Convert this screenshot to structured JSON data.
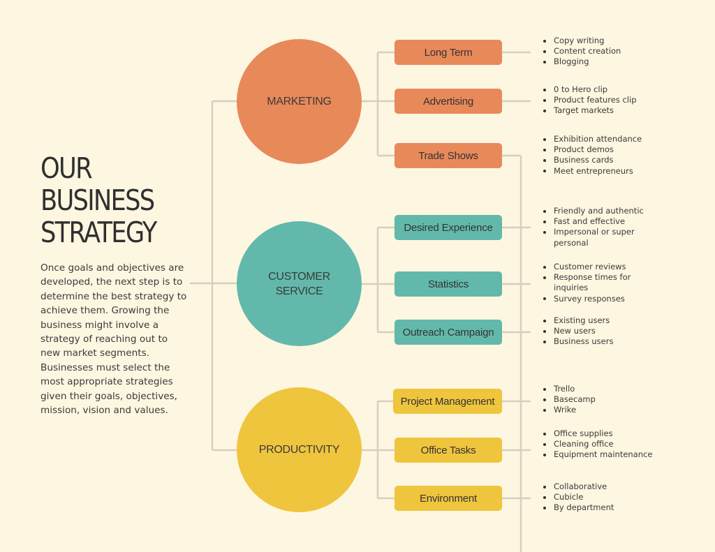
{
  "title_lines": [
    "OUR",
    "BUSINESS",
    "STRATEGY"
  ],
  "description": "Once goals and objectives are developed, the next step is to determine the best strategy to achieve them. Growing the business might involve a strategy of reaching out to new market segments. Businesses must select the most appropriate strategies given their goals, objectives, mission, vision and values.",
  "colors": {
    "background": "#fdf6e1",
    "connector": "#d6cfbf",
    "marketing": "#e8895a",
    "customer_service": "#62b9ab",
    "productivity": "#efc53d"
  },
  "categories": [
    {
      "label_lines": [
        "MARKETING"
      ],
      "items": [
        {
          "label": "Long Term",
          "bullets": [
            "Copy writing",
            "Content creation",
            "Blogging"
          ]
        },
        {
          "label": "Advertising",
          "bullets": [
            "0 to Hero clip",
            "Product features clip",
            "Target markets"
          ]
        },
        {
          "label": "Trade Shows",
          "bullets": [
            "Exhibition attendance",
            "Product demos",
            "Business cards",
            "Meet entrepreneurs"
          ]
        }
      ]
    },
    {
      "label_lines": [
        "CUSTOMER",
        "SERVICE"
      ],
      "items": [
        {
          "label": "Desired Experience",
          "bullets": [
            "Friendly and authentic",
            "Fast and effective",
            "Impersonal or super personal"
          ]
        },
        {
          "label": "Statistics",
          "bullets": [
            "Customer reviews",
            "Response times for inquiries",
            "Survey responses"
          ]
        },
        {
          "label": "Outreach Campaign",
          "bullets": [
            "Existing users",
            "New users",
            "Business users"
          ]
        }
      ]
    },
    {
      "label_lines": [
        "PRODUCTIVITY"
      ],
      "items": [
        {
          "label": "Project Management",
          "bullets": [
            "Trello",
            "Basecamp",
            "Wrike"
          ]
        },
        {
          "label": "Office Tasks",
          "bullets": [
            "Office supplies",
            "Cleaning office",
            "Equipment maintenance"
          ]
        },
        {
          "label": "Environment",
          "bullets": [
            "Collaborative",
            "Cubicle",
            "By department"
          ]
        }
      ]
    }
  ]
}
